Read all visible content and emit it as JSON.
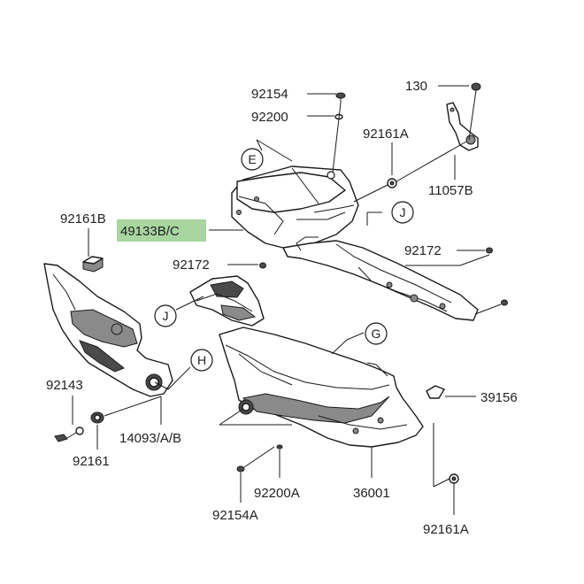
{
  "parts": {
    "p92154": "92154",
    "p92200": "92200",
    "p130": "130",
    "p92161A_top": "92161A",
    "p11057B": "11057B",
    "p92161B": "92161B",
    "p49133BC": "49133B/C",
    "p92172_right": "92172",
    "p92172_left": "92172",
    "p92143": "92143",
    "p14093AB": "14093/A/B",
    "p92161": "92161",
    "p39156": "39156",
    "p92200A": "92200A",
    "p36001": "36001",
    "p92154A": "92154A",
    "p92161A_bottom": "92161A"
  },
  "callouts": {
    "E": "E",
    "J_top": "J",
    "J_left": "J",
    "G": "G",
    "H": "H"
  },
  "highlight_color": "#a8d5a0"
}
